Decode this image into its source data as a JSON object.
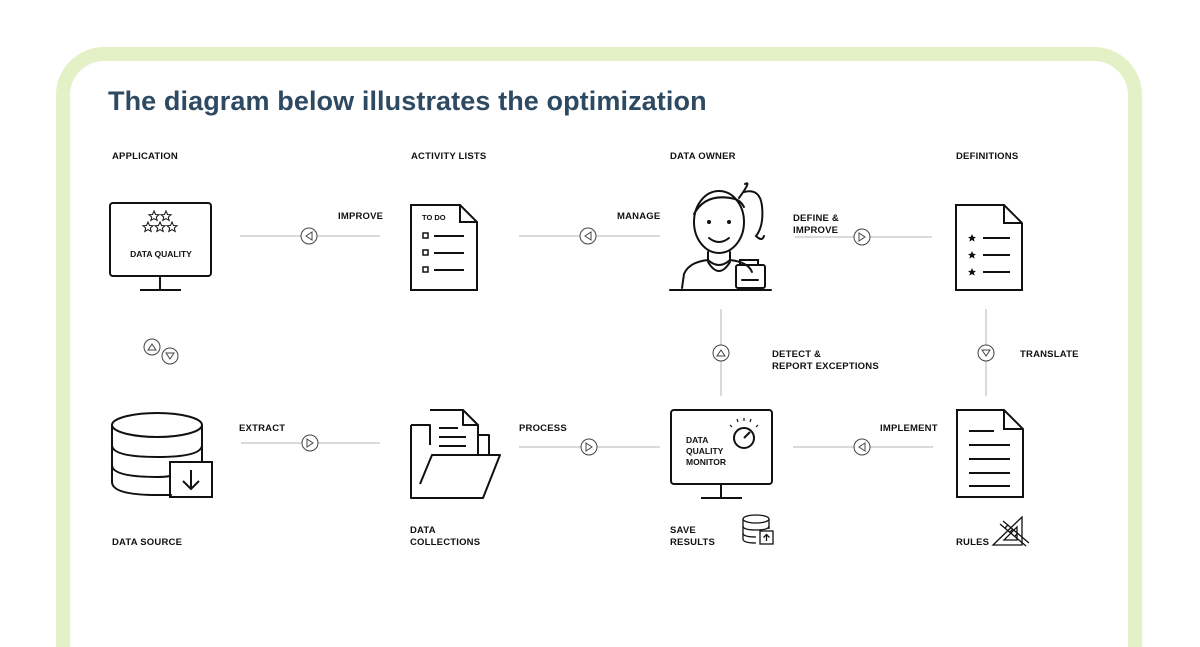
{
  "title": "The diagram below illustrates the optimization",
  "nodes": {
    "application": {
      "label": "APPLICATION",
      "screen_text": "DATA QUALITY"
    },
    "activity_lists": {
      "label": "ACTIVITY LISTS",
      "doc_text": "TO DO"
    },
    "data_owner": {
      "label": "DATA OWNER"
    },
    "definitions": {
      "label": "DEFINITIONS"
    },
    "data_source": {
      "label": "DATA SOURCE"
    },
    "data_collections": {
      "label_line1": "DATA",
      "label_line2": "COLLECTIONS"
    },
    "data_quality_monitor": {
      "screen_line1": "DATA",
      "screen_line2": "QUALITY",
      "screen_line3": "MONITOR",
      "save_line1": "SAVE",
      "save_line2": "RESULTS"
    },
    "rules": {
      "label": "RULES"
    }
  },
  "edges": {
    "improve": "IMPROVE",
    "manage": "MANAGE",
    "define_line1": "DEFINE &",
    "define_line2": "IMPROVE",
    "extract": "EXTRACT",
    "process": "PROCESS",
    "implement": "IMPLEMENT",
    "detect_line1": "DETECT &",
    "detect_line2": "REPORT EXCEPTIONS",
    "translate": "TRANSLATE"
  },
  "colors": {
    "frame": "#e4f0c6",
    "title": "#2e4a63",
    "line": "#b5b5b5",
    "icon": "#111111"
  },
  "icons": [
    "monitor-icon",
    "stars-icon",
    "todo-list-icon",
    "data-owner-person-icon",
    "definitions-document-icon",
    "database-download-icon",
    "folder-icon",
    "monitor-gauge-icon",
    "database-upload-icon",
    "rules-document-icon",
    "ruler-triangle-icon",
    "arrow-left-icon",
    "arrow-right-icon",
    "arrow-up-icon",
    "arrow-down-icon"
  ]
}
